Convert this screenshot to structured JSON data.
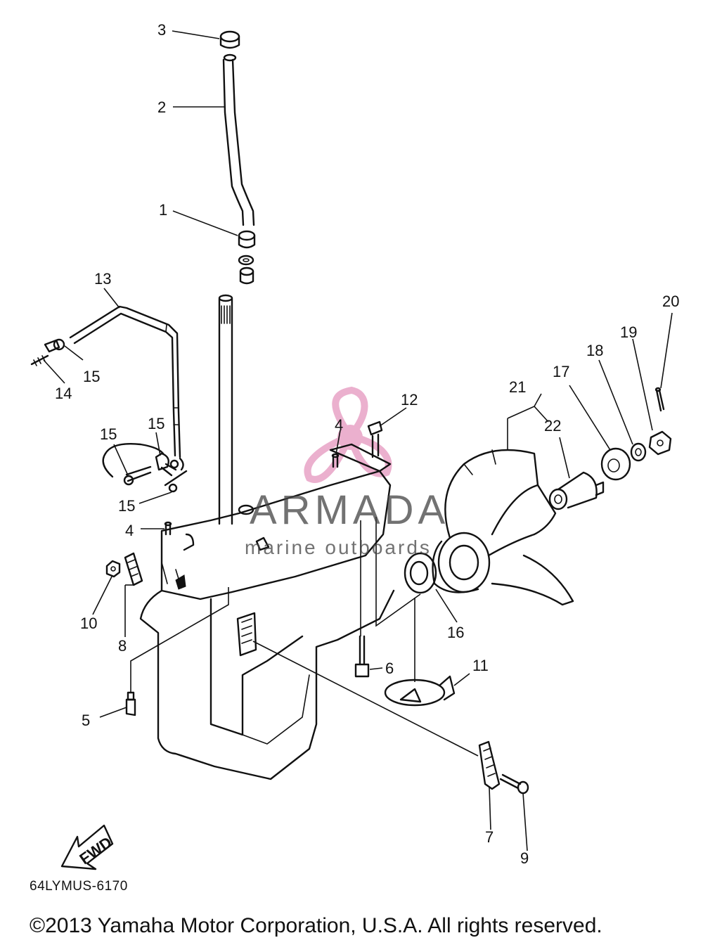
{
  "callouts": [
    {
      "id": "c3",
      "text": "3"
    },
    {
      "id": "c2",
      "text": "2"
    },
    {
      "id": "c1",
      "text": "1"
    },
    {
      "id": "c13",
      "text": "13"
    },
    {
      "id": "c15a",
      "text": "15"
    },
    {
      "id": "c14",
      "text": "14"
    },
    {
      "id": "c15b",
      "text": "15"
    },
    {
      "id": "c15c",
      "text": "15"
    },
    {
      "id": "c15d",
      "text": "15"
    },
    {
      "id": "c4a",
      "text": "4"
    },
    {
      "id": "c4b",
      "text": "4"
    },
    {
      "id": "c12",
      "text": "12"
    },
    {
      "id": "c10",
      "text": "10"
    },
    {
      "id": "c8",
      "text": "8"
    },
    {
      "id": "c5",
      "text": "5"
    },
    {
      "id": "c6",
      "text": "6"
    },
    {
      "id": "c11",
      "text": "11"
    },
    {
      "id": "c16",
      "text": "16"
    },
    {
      "id": "c21",
      "text": "21"
    },
    {
      "id": "c22",
      "text": "22"
    },
    {
      "id": "c17",
      "text": "17"
    },
    {
      "id": "c18",
      "text": "18"
    },
    {
      "id": "c19",
      "text": "19"
    },
    {
      "id": "c20",
      "text": "20"
    },
    {
      "id": "c7",
      "text": "7"
    },
    {
      "id": "c9",
      "text": "9"
    }
  ],
  "fwd_label": "FWD",
  "watermark": {
    "brand": "ARMADA",
    "tagline": "marine outboards",
    "logo_color": "#e8a3c6"
  },
  "drawing_code": "64LYMUS-6170",
  "copyright": "©2013 Yamaha Motor Corporation, U.S.A. All rights reserved."
}
